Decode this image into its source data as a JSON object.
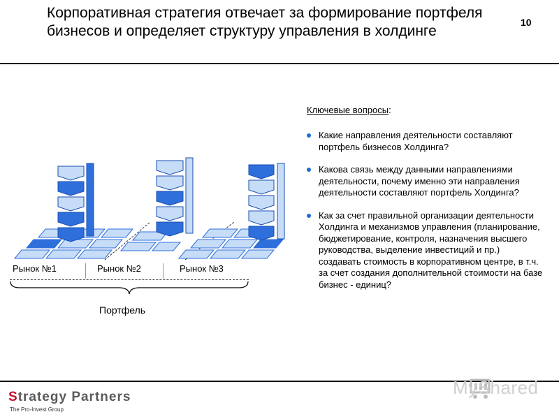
{
  "slide": {
    "title": "Корпоративная стратегия отвечает за формирование портфеля бизнесов и определяет структуру управления в холдинге",
    "page_number": "10"
  },
  "key_questions": {
    "heading": "Ключевые вопросы",
    "heading_suffix": ":",
    "items": [
      "Какие направления деятельности составляют портфель бизнесов Холдинга?",
      "Какова связь между данными направлениями деятельности, почему именно эти направления деятельности составляют портфель Холдинга?",
      "Как за счет правильной организации деятельности Холдинга и механизмов управления (планирование, бюджетирование, контроля, назначения высшего руководства, выделение инвестиций и пр.) создавать стоимость в корпоративном центре, в т.ч. за счет создания дополнительной стоимости на базе бизнес - единиц?"
    ]
  },
  "diagram": {
    "markets": [
      "Рынок №1",
      "Рынок №2",
      "Рынок №3"
    ],
    "portfolio_label": "Портфель",
    "colors": {
      "light": "#c6dcf7",
      "dark": "#2f6fdc",
      "outline": "#1a4fb0",
      "tile": "#dbe9fb"
    }
  },
  "footer": {
    "logo_first_letter": "S",
    "logo_rest": "trategy Partners",
    "logo_tagline": "The Pro-Invest Group",
    "watermark": "MyShared"
  }
}
